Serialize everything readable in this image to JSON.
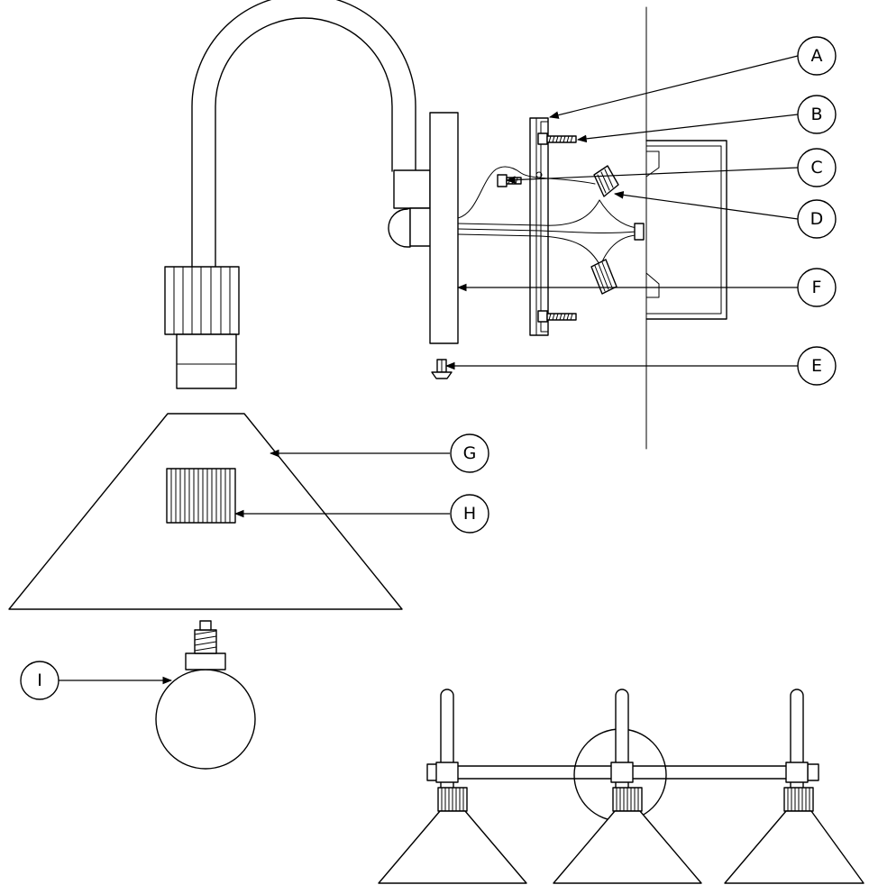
{
  "callouts": {
    "A": "A",
    "B": "B",
    "C": "C",
    "D": "D",
    "E": "E",
    "F": "F",
    "G": "G",
    "H": "H",
    "I": "I"
  }
}
